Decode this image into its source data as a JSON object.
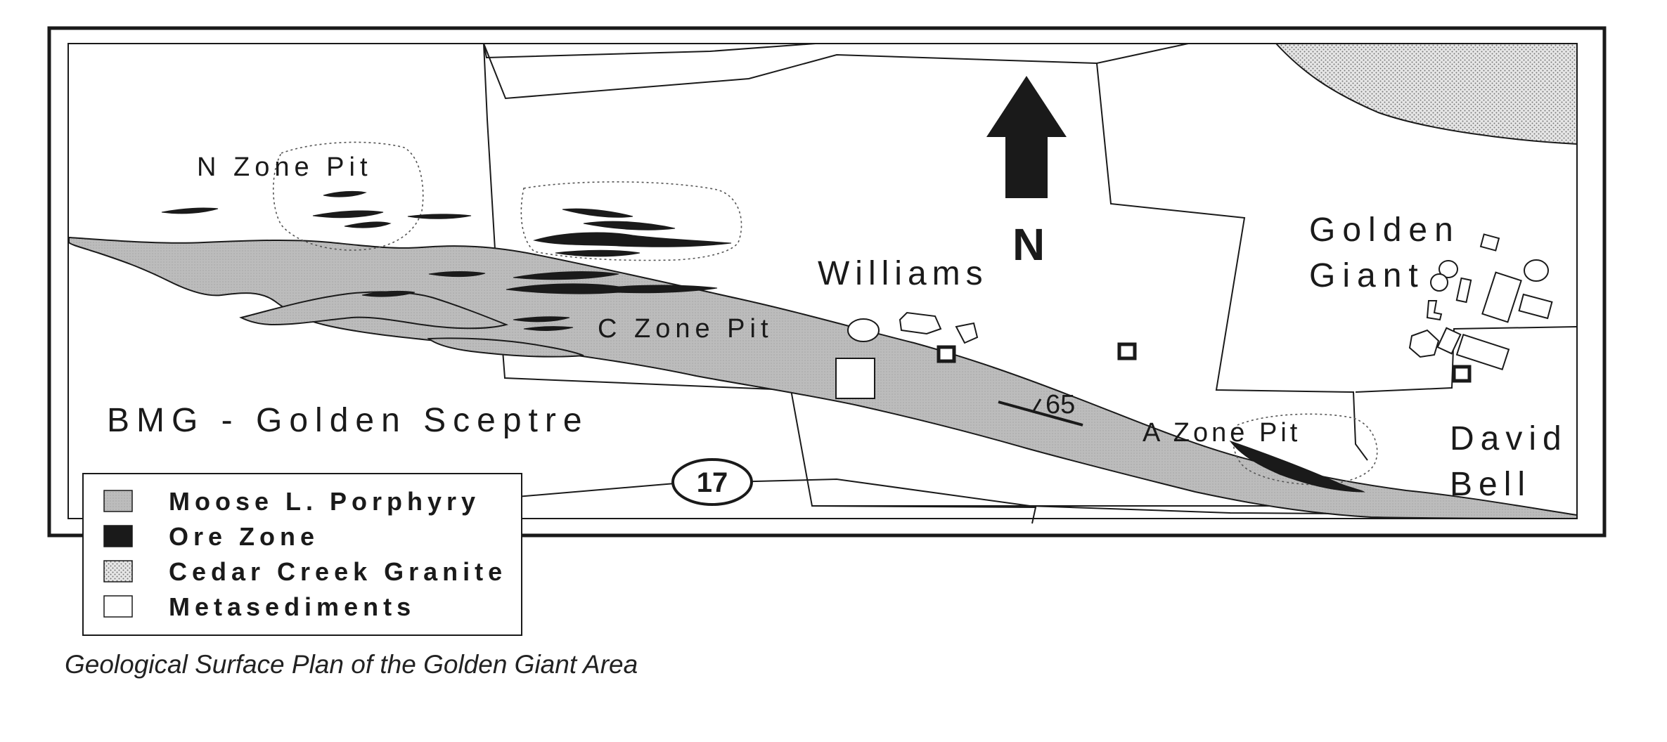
{
  "map": {
    "north_label": "N",
    "highway_label": "17",
    "dip_label": "65",
    "labels": {
      "n_zone_pit": "N Zone Pit",
      "c_zone_pit": "C Zone Pit",
      "a_zone_pit": "A Zone Pit",
      "bmg": "BMG - Golden Sceptre",
      "williams": "Williams",
      "golden_line1": "Golden",
      "golden_line2": "Giant",
      "david_line1": "David",
      "david_line2": "Bell"
    },
    "colors": {
      "porphyry": "#bdbdbd",
      "ore": "#1a1a1a",
      "granite": "#d9d9d9",
      "metasediments": "#ffffff",
      "outline": "#1a1a1a"
    }
  },
  "legend": {
    "items": [
      {
        "label": "Moose L. Porphyry",
        "swatch": "porphyry"
      },
      {
        "label": "Ore Zone",
        "swatch": "ore"
      },
      {
        "label": "Cedar Creek Granite",
        "swatch": "granite"
      },
      {
        "label": "Metasediments",
        "swatch": "metasediments"
      }
    ]
  },
  "caption": "Geological Surface Plan of the Golden Giant Area"
}
